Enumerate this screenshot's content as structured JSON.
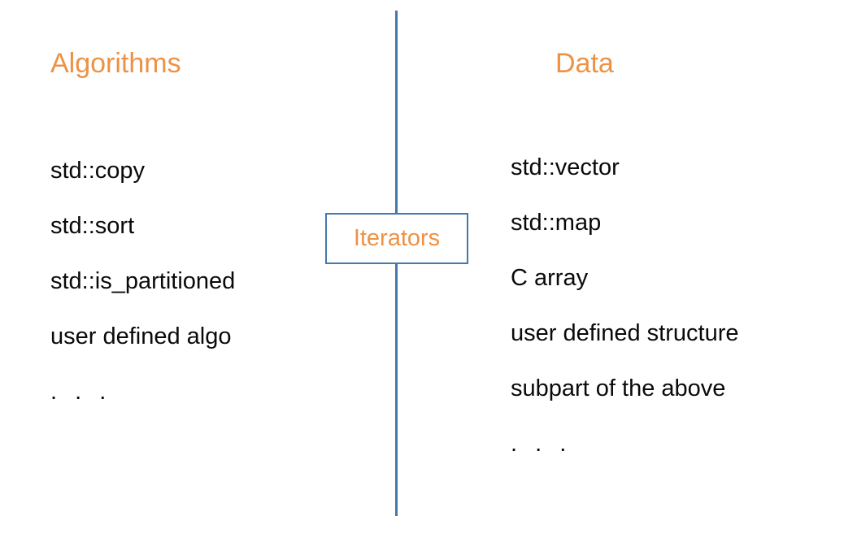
{
  "slide": {
    "background_color": "#ffffff",
    "accent_orange": "#ED9245",
    "accent_blue": "#4278AE",
    "text_color": "#0a0a0a"
  },
  "left_column": {
    "heading": "Algorithms",
    "items": [
      "std::copy",
      "std::sort",
      "std::is_partitioned",
      "user defined algo",
      ". . ."
    ]
  },
  "right_column": {
    "heading": "Data",
    "items": [
      "std::vector",
      "std::map",
      "C array",
      "user defined structure",
      "subpart of the above",
      ". . ."
    ]
  },
  "center": {
    "box_label": "Iterators"
  }
}
